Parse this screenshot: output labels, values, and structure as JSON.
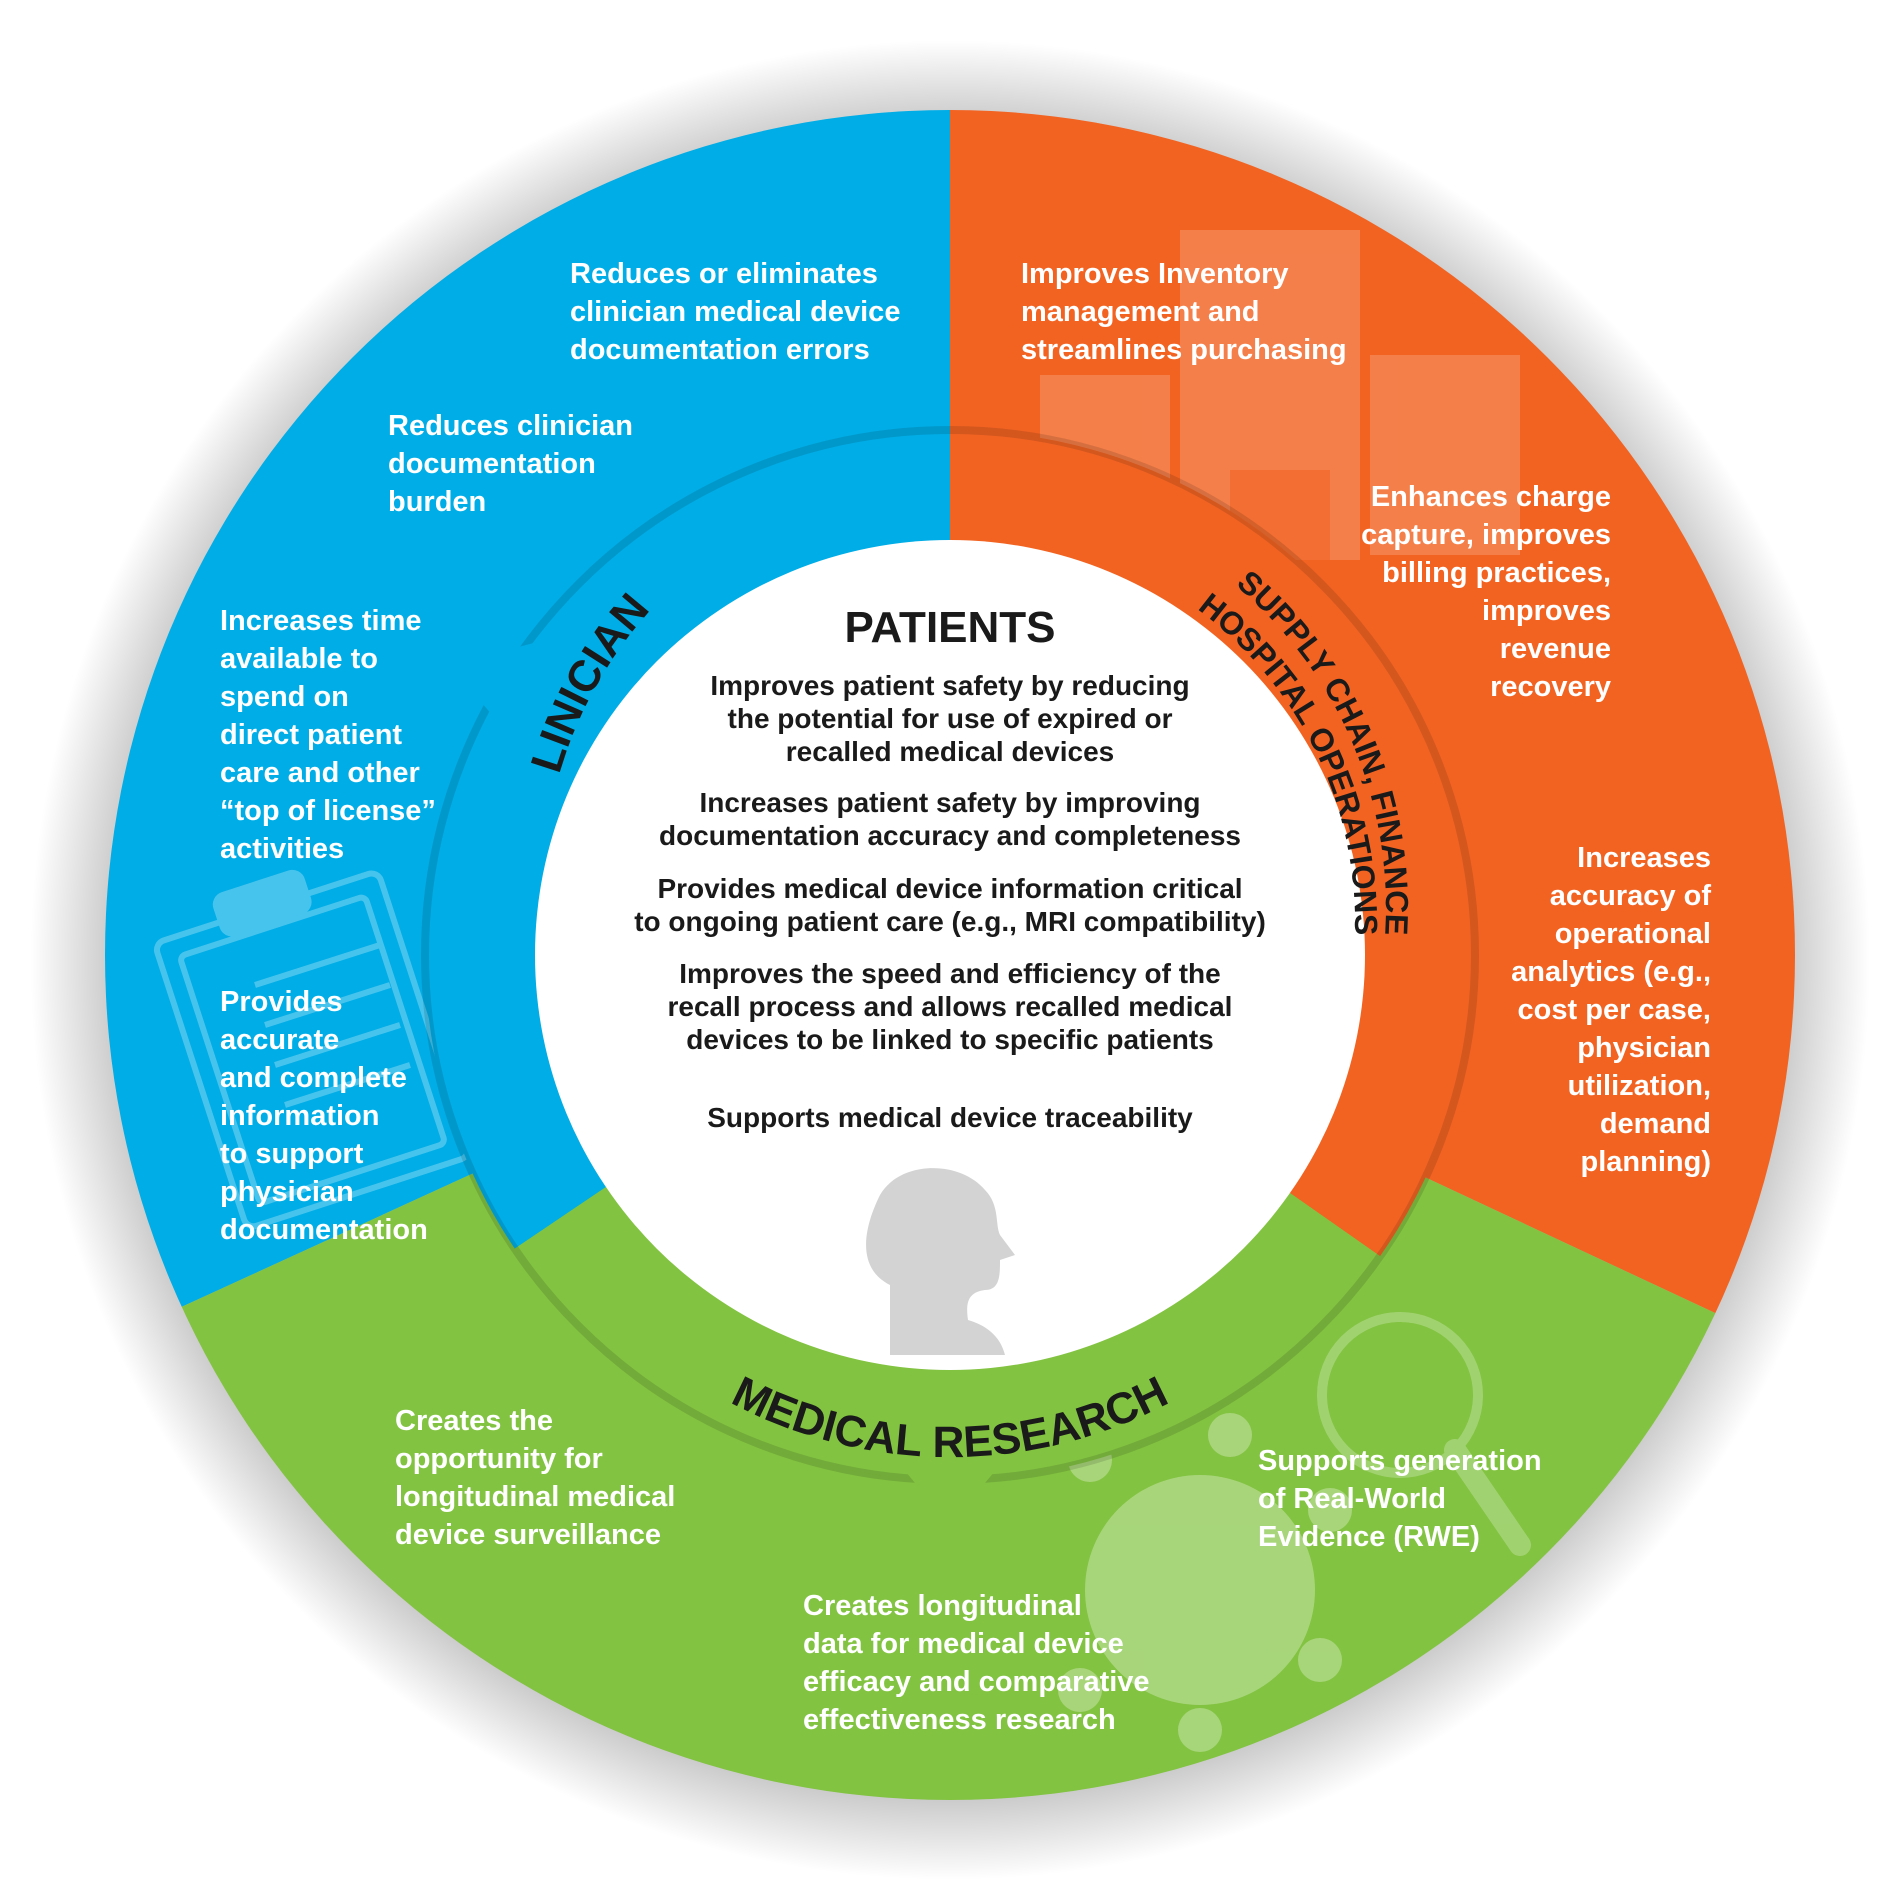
{
  "colors": {
    "blue": "#00ADE6",
    "orange": "#F26322",
    "green": "#82C341",
    "center": "#FFFFFF",
    "text_light": "#FFFFFF",
    "text_dark": "#1A1A1A",
    "head": "#D3D3D3"
  },
  "center": {
    "title": "PATIENTS",
    "items": [
      [
        "Improves patient safety by reducing",
        "the potential for use of expired or",
        "recalled medical devices"
      ],
      [
        "Increases patient safety by improving",
        "documentation accuracy and completeness"
      ],
      [
        "Provides medical device information critical",
        "to ongoing patient care (e.g., MRI compatibility)"
      ],
      [
        "Improves the speed and efficiency of the",
        "recall process and allows recalled medical",
        "devices to be linked to specific patients"
      ],
      [
        "Supports medical device traceability"
      ]
    ]
  },
  "segments": {
    "clinicians": {
      "label": "CLINICIANS",
      "items": [
        [
          "Reduces or eliminates",
          "clinician medical device",
          "documentation errors"
        ],
        [
          "Reduces clinician",
          "documentation",
          "burden"
        ],
        [
          "Increases time",
          "available to",
          "spend on",
          "direct patient",
          "care and other",
          "“top of license”",
          "activities"
        ],
        [
          "Provides",
          "accurate",
          "and complete",
          "information",
          "to support",
          "physician",
          "documentation"
        ]
      ]
    },
    "supply_chain": {
      "label_line1": "SUPPLY CHAIN, FINANCE",
      "label_line2": "HOSPITAL OPERATIONS",
      "items": [
        [
          "Improves Inventory",
          "management and",
          "streamlines purchasing"
        ],
        [
          "Enhances charge",
          "capture, improves",
          "billing practices,",
          "improves",
          "revenue",
          "recovery"
        ],
        [
          "Increases",
          "accuracy of",
          "operational",
          "analytics (e.g.,",
          "cost per case,",
          "physician",
          "utilization,",
          "demand",
          "planning)"
        ]
      ]
    },
    "medical_research": {
      "label": "MEDICAL RESEARCH",
      "items": [
        [
          "Creates the",
          "opportunity for",
          "longitudinal medical",
          "device surveillance"
        ],
        [
          "Supports generation",
          "of Real-World",
          "Evidence (RWE)"
        ],
        [
          "Creates longitudinal",
          "data for medical device",
          "efficacy and comparative",
          "effectiveness research"
        ]
      ]
    }
  },
  "icons": [
    "clipboard-icon",
    "hospital-building-icon",
    "magnifier-icon",
    "virus-icon",
    "person-head-icon"
  ]
}
